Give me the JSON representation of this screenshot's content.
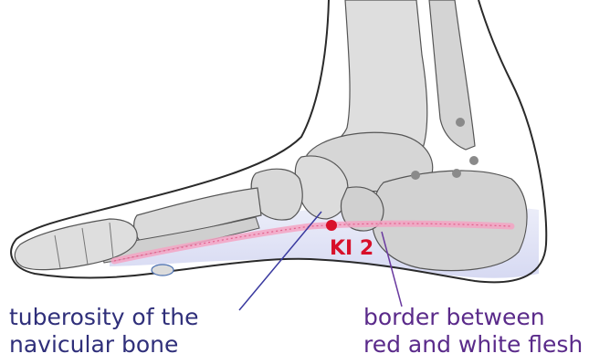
{
  "point": {
    "label": "KI 2",
    "color": "#d8102a"
  },
  "labels": {
    "navicular_line1": "tuberosity of the",
    "navicular_line2": "navicular bone",
    "border_line1": "border between",
    "border_line2": "red and white flesh"
  },
  "colors": {
    "outline": "#2a2a2a",
    "bone_fill": "#d9d9d9",
    "blue_tint": "#cfd3ee",
    "pink_band": "#f4a3c3",
    "nav_label": "#2f2f7a",
    "border_label": "#5a2a8a"
  }
}
